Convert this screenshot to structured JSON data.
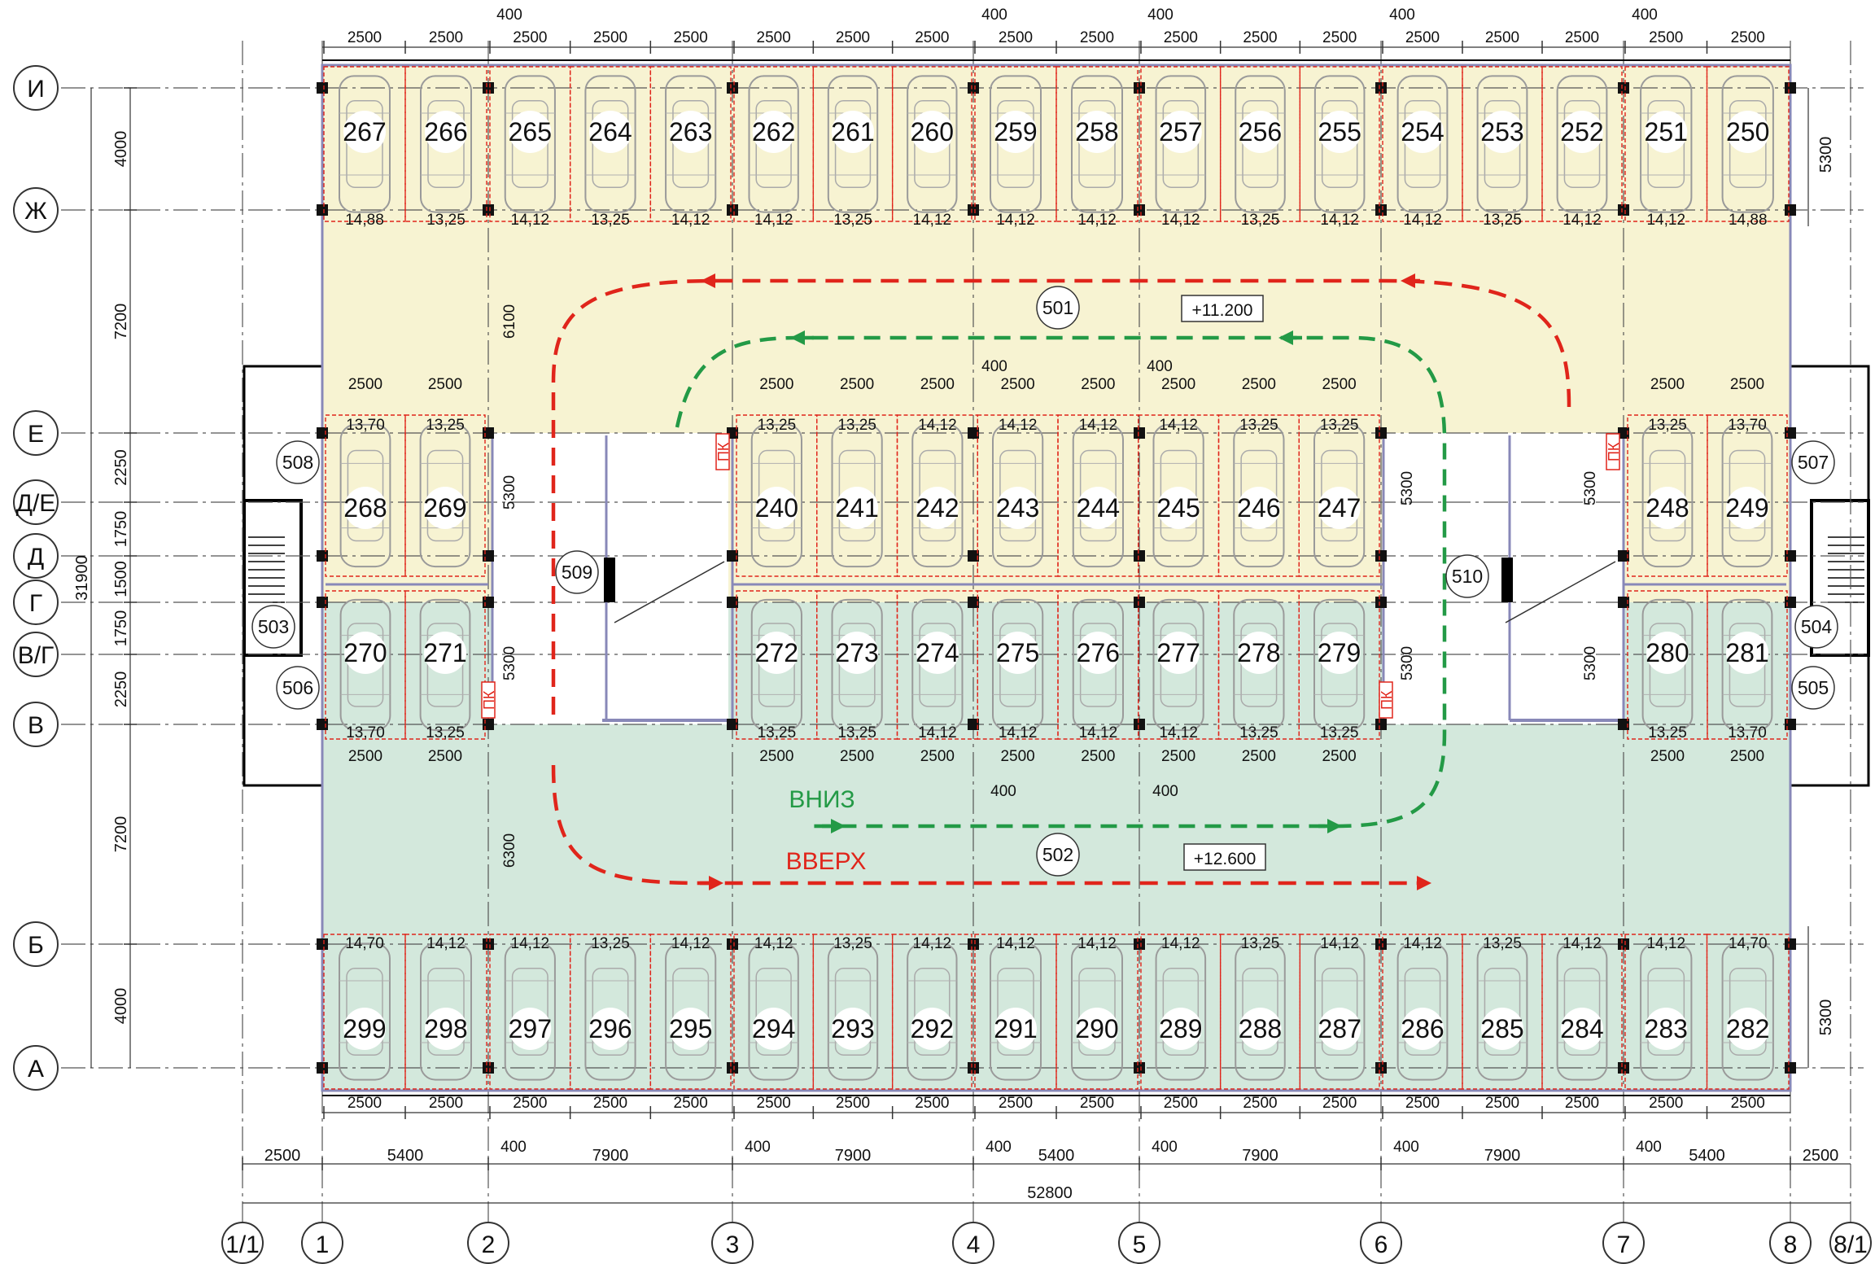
{
  "axes_x": [
    {
      "label": "1/1"
    },
    {
      "label": "1"
    },
    {
      "label": "2"
    },
    {
      "label": "3"
    },
    {
      "label": "4"
    },
    {
      "label": "5"
    },
    {
      "label": "6"
    },
    {
      "label": "7"
    },
    {
      "label": "8"
    },
    {
      "label": "8/1"
    }
  ],
  "axes_y": [
    {
      "label": "И"
    },
    {
      "label": "Ж"
    },
    {
      "label": "Е"
    },
    {
      "label": "Д/Е"
    },
    {
      "label": "Д"
    },
    {
      "label": "Г"
    },
    {
      "label": "В/Г"
    },
    {
      "label": "В"
    },
    {
      "label": "Б"
    },
    {
      "label": "А"
    }
  ],
  "bay_dims": [
    "2500",
    "5400",
    "7900",
    "7900",
    "5400",
    "7900",
    "7900",
    "5400",
    "2500"
  ],
  "total_width": "52800",
  "total_height": "31900",
  "left_dims": [
    "4000",
    "7200",
    "2250",
    "1750",
    "1500",
    "1750",
    "2250",
    "7200",
    "4000"
  ],
  "right_dims": [
    "5300",
    "5300"
  ],
  "col_gap_label": "400",
  "space_width_label": "2500",
  "row_top": {
    "numbers": [
      "267",
      "266",
      "265",
      "264",
      "263",
      "262",
      "261",
      "260",
      "259",
      "258",
      "257",
      "256",
      "255",
      "254",
      "253",
      "252",
      "251",
      "250"
    ],
    "areas": [
      "14,88",
      "13,25",
      "14,12",
      "13,25",
      "14,12",
      "14,12",
      "13,25",
      "14,12",
      "14,12",
      "14,12",
      "14,12",
      "13,25",
      "14,12",
      "14,12",
      "13,25",
      "14,12",
      "14,12",
      "14,88"
    ]
  },
  "row_bottom": {
    "numbers": [
      "299",
      "298",
      "297",
      "296",
      "295",
      "294",
      "293",
      "292",
      "291",
      "290",
      "289",
      "288",
      "287",
      "286",
      "285",
      "284",
      "283",
      "282"
    ],
    "areas": [
      "14,70",
      "14,12",
      "14,12",
      "13,25",
      "14,12",
      "14,12",
      "13,25",
      "14,12",
      "14,12",
      "14,12",
      "14,12",
      "13,25",
      "14,12",
      "14,12",
      "13,25",
      "14,12",
      "14,12",
      "14,70"
    ]
  },
  "middle_upper": {
    "left": {
      "numbers": [
        "268",
        "269"
      ],
      "areas": [
        "13,70",
        "13,25"
      ]
    },
    "center": {
      "numbers": [
        "240",
        "241",
        "242",
        "243",
        "244",
        "245",
        "246",
        "247"
      ],
      "areas": [
        "13,25",
        "13,25",
        "14,12",
        "14,12",
        "14,12",
        "14,12",
        "13,25",
        "13,25"
      ]
    },
    "right": {
      "numbers": [
        "248",
        "249"
      ],
      "areas": [
        "13,25",
        "13,70"
      ]
    }
  },
  "middle_lower": {
    "left": {
      "numbers": [
        "270",
        "271"
      ],
      "areas": [
        "13,70",
        "13,25"
      ]
    },
    "center": {
      "numbers": [
        "272",
        "273",
        "274",
        "275",
        "276",
        "277",
        "278",
        "279"
      ],
      "areas": [
        "13,25",
        "13,25",
        "14,12",
        "14,12",
        "14,12",
        "14,12",
        "13,25",
        "13,25"
      ]
    },
    "right": {
      "numbers": [
        "280",
        "281"
      ],
      "areas": [
        "13,25",
        "13,70"
      ]
    }
  },
  "rooms": [
    "501",
    "502",
    "503",
    "504",
    "505",
    "506",
    "507",
    "508",
    "509",
    "510"
  ],
  "levels": {
    "upper": "+11.200",
    "lower": "+12.600"
  },
  "ramp_dims": {
    "upper": "6100",
    "lower": "6300",
    "core": "5300"
  },
  "direction_labels": {
    "down": "ВНИЗ",
    "up": "ВВЕРХ"
  },
  "pk_label": "ПК",
  "colors": {
    "zone_upper": "#f7f3d2",
    "zone_lower": "#d3e8dc",
    "route_up": "#e0251b",
    "route_down": "#239a46",
    "space_line": "#e0251b",
    "wall": "#8888b8"
  }
}
